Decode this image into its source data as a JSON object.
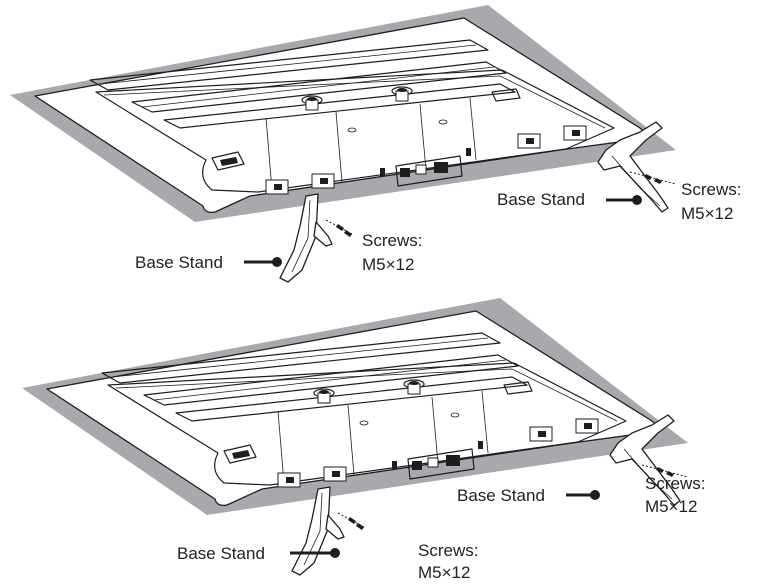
{
  "colors": {
    "surface": "#a7a9ac",
    "line": "#1e1e1e",
    "paper": "#ffffff"
  },
  "figures": [
    {
      "callouts": {
        "stand_left": "Base Stand",
        "stand_right": "Base Stand",
        "screws_left_line1": "Screws:",
        "screws_left_line2": "M5×12",
        "screws_right_line1": "Screws:",
        "screws_right_line2": "M5×12"
      }
    },
    {
      "callouts": {
        "stand_left": "Base Stand",
        "stand_right": "Base Stand",
        "screws_left_line1": "Screws:",
        "screws_left_line2": "M5×12",
        "screws_right_line1": "Screws:",
        "screws_right_line2": "M5×12"
      }
    }
  ]
}
